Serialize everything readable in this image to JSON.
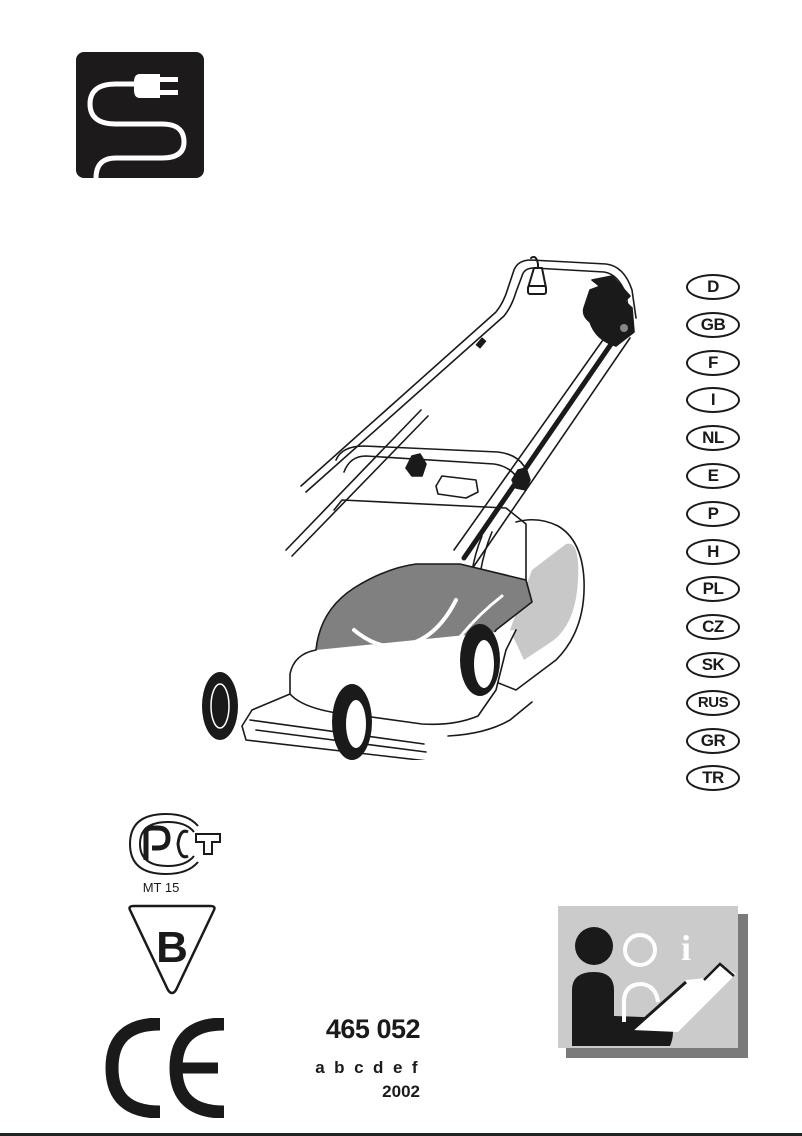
{
  "document": {
    "type": "Operating manual cover",
    "product": "Electric lawn mower"
  },
  "icons": {
    "power_cord": "electric-plug-cord-icon",
    "mower": "lawn-mower-illustration",
    "gost_mark": "pct-gost-certification-icon",
    "b_mark": "b-triangle-mark-icon",
    "ce_mark": "ce-mark-icon",
    "read_manual": "read-manual-info-icon"
  },
  "languages": [
    "D",
    "GB",
    "F",
    "I",
    "NL",
    "E",
    "P",
    "H",
    "PL",
    "CZ",
    "SK",
    "RUS",
    "GR",
    "TR"
  ],
  "certification": {
    "gost_label": "MT 15",
    "b_letter": "B",
    "ce_label": "CE"
  },
  "product_info": {
    "model_number": "465 052",
    "variants": "a b c d e f",
    "year": "2002"
  },
  "colors": {
    "ink": "#1a1a1a",
    "hood_gray": "#808080",
    "side_gray": "#c8c8c8",
    "manual_panel": "#cbcbcb",
    "manual_shadow": "#7a7a7a"
  }
}
